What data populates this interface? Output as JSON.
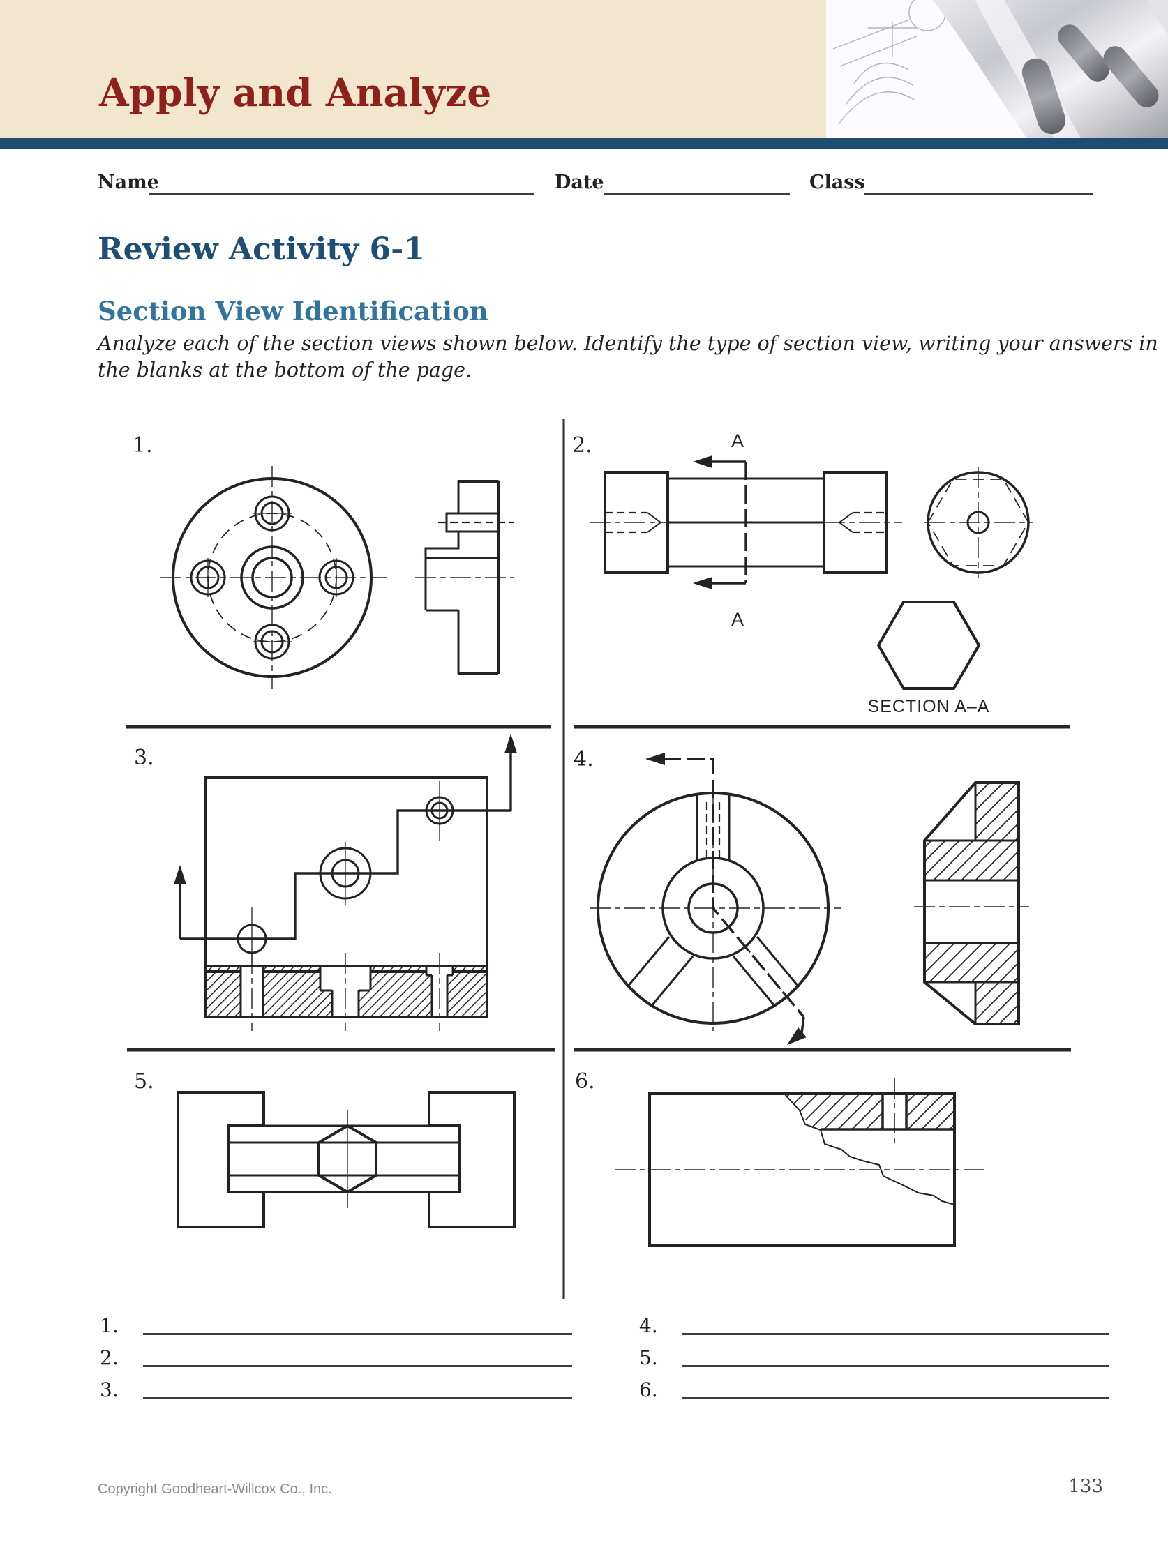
{
  "header": {
    "title": "Apply and Analyze",
    "band_color": "#F2E7CE",
    "bar_color": "#1D4D6F",
    "title_color": "#8E211C",
    "photo": "machined-metal-part-over-technical-drawing"
  },
  "id_row": {
    "name_label": "Name",
    "date_label": "Date",
    "class_label": "Class"
  },
  "activity": {
    "title": "Review Activity 6-1",
    "title_color": "#1F4E74",
    "subtitle": "Section View Identification",
    "subtitle_color": "#31749E",
    "instructions_line1": "Analyze each of the section views shown below. Identify the type of section view, writing your answers in",
    "instructions_line2": "the blanks at the bottom of the page."
  },
  "figures": {
    "panel1": {
      "number": "1."
    },
    "panel2": {
      "number": "2.",
      "cut_label_top": "A",
      "cut_label_bottom": "A",
      "section_label": "SECTION A–A"
    },
    "panel3": {
      "number": "3."
    },
    "panel4": {
      "number": "4."
    },
    "panel5": {
      "number": "5."
    },
    "panel6": {
      "number": "6."
    }
  },
  "answers": {
    "left": [
      {
        "num": "1."
      },
      {
        "num": "2."
      },
      {
        "num": "3."
      }
    ],
    "right": [
      {
        "num": "4."
      },
      {
        "num": "5."
      },
      {
        "num": "6."
      }
    ]
  },
  "footer": {
    "copyright": "Copyright Goodheart-Willcox Co., Inc.",
    "page_number": "133"
  }
}
